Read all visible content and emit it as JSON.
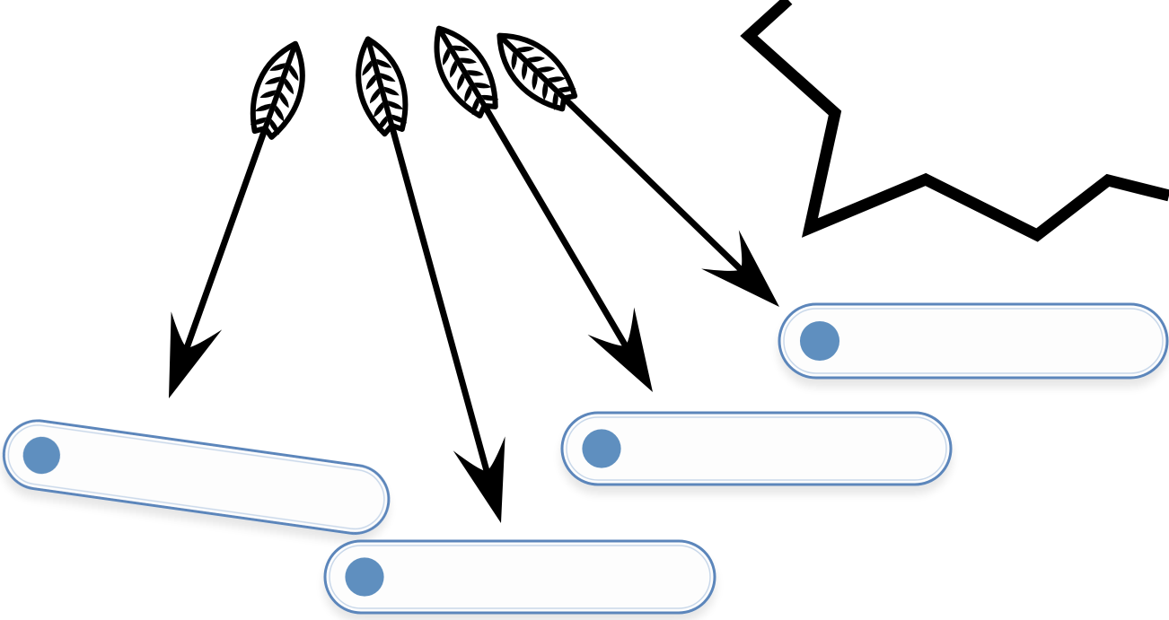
{
  "colors": {
    "background": "#ffffff",
    "stroke": "#000000",
    "pill_fill": "#fdfdfd",
    "pill_border": "#5b86bb",
    "knob": "#5f8fbf"
  },
  "arrows": [
    {
      "icon": "arrow-icon"
    },
    {
      "icon": "arrow-icon"
    },
    {
      "icon": "arrow-icon"
    },
    {
      "icon": "arrow-icon"
    }
  ],
  "decoration": {
    "icon": "zigzag-line"
  },
  "bars": [
    {
      "icon": "rounded-bar-with-circle"
    },
    {
      "icon": "rounded-bar-with-circle"
    },
    {
      "icon": "rounded-bar-with-circle"
    },
    {
      "icon": "rounded-bar-with-circle"
    }
  ]
}
